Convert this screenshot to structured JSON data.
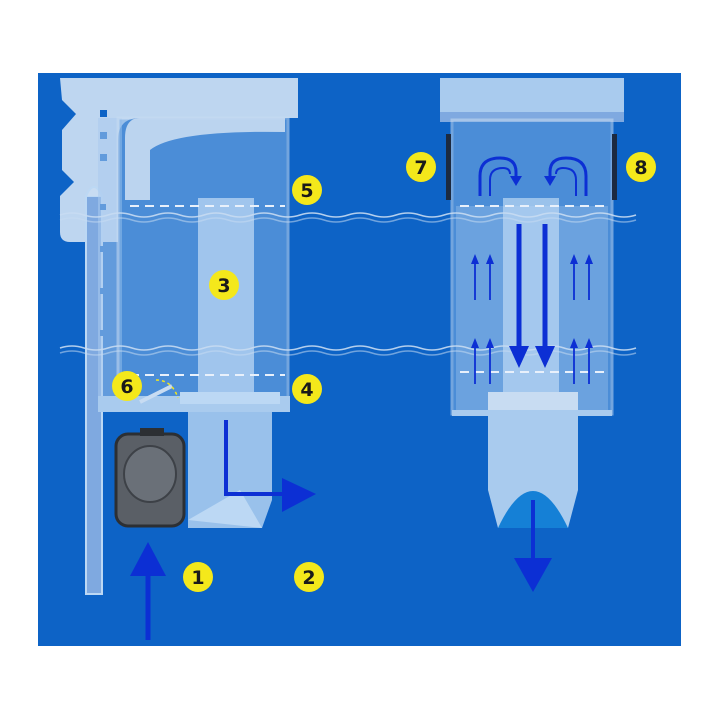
{
  "colors": {
    "page_background": "#ffffff",
    "panel_background": "#0d63c6",
    "tank_glass": "#a9cbee",
    "tank_water": "#7fb1e6",
    "inner_tube": "#bcd8f4",
    "lid": "#c8dcf2",
    "pump_body": "#5a5f66",
    "flow_arrow": "#0c2fd4",
    "badge": "#f4e81b",
    "outflow_water": "#1580d6"
  },
  "labels": {
    "n1": "1",
    "n2": "2",
    "n3": "3",
    "n4": "4",
    "n5": "5",
    "n6": "6",
    "n7": "7",
    "n8": "8"
  },
  "icons": {
    "flow": "arrow-icon",
    "pump": "pump-icon",
    "surface": "water-surface-line"
  }
}
